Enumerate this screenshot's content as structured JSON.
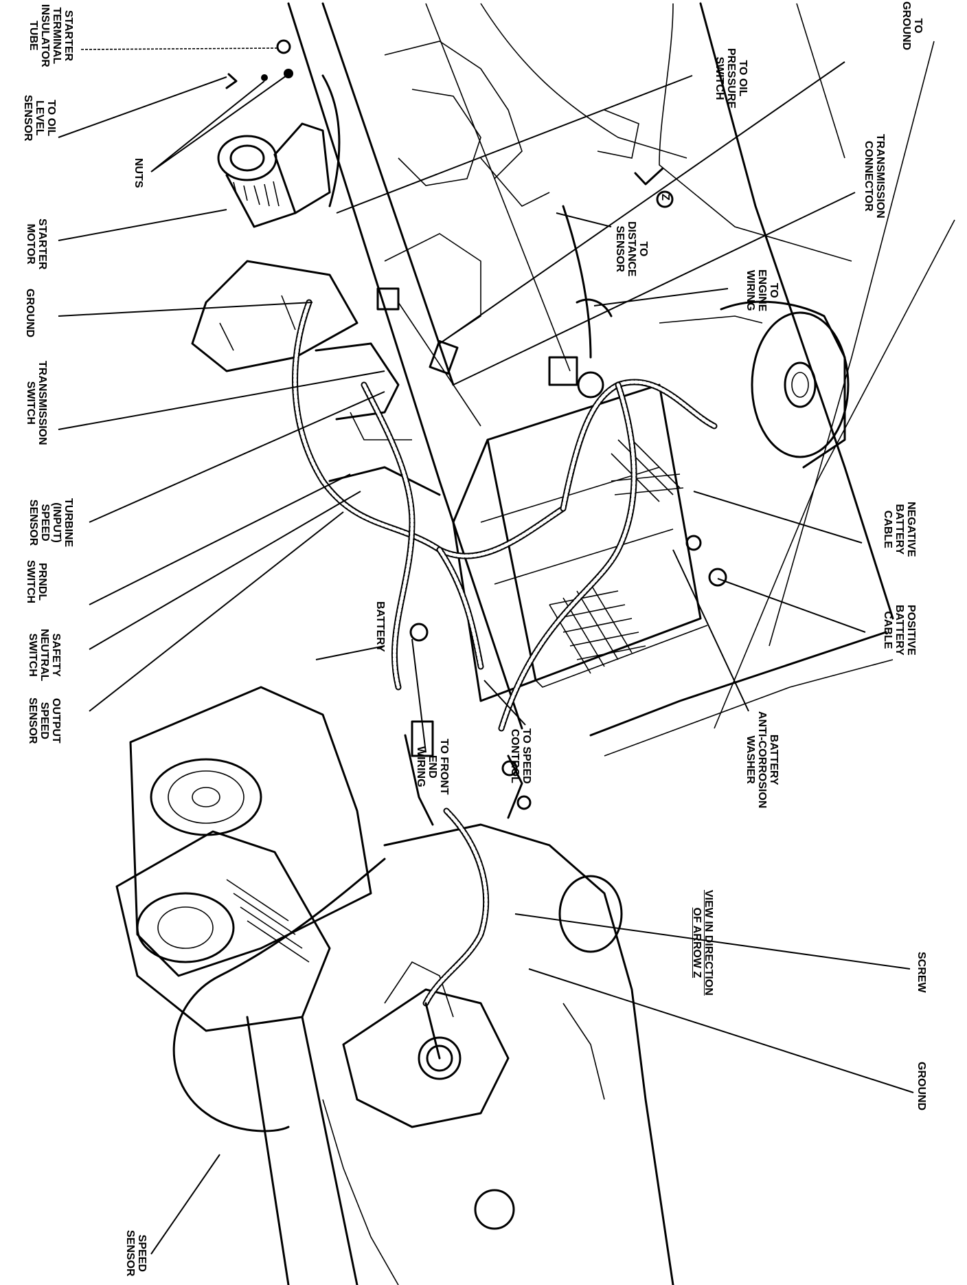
{
  "labels": {
    "starter_terminal": "STARTER\nTERMINAL\nINSULATOR\nTUBE",
    "oil_level": "TO OIL\nLEVEL\nSENSOR",
    "nuts": "NUTS",
    "starter_motor": "STARTER\nMOTOR",
    "ground_left": "GROUND",
    "transmission_switch": "TRANSMISSION\nSWITCH",
    "turbine_sensor": "TURBINE\n(INPUT)\nSPEED\nSENSOR",
    "prndl": "PRNDL\nSWITCH",
    "safety_neutral": "SAFETY\nNEUTRAL\nSWITCH",
    "output_speed": "OUTPUT\nSPEED\nSENSOR",
    "oil_pressure": "TO OIL\nPRESSURE\nSWITCH",
    "to_ground_top": "TO\nGROUND",
    "transmission_connector": "TRANSMISSION\nCONNECTOR",
    "arrow_z": "Z",
    "distance_sensor": "TO\nDISTANCE\nSENSOR",
    "engine_wiring": "TO\nENGINE\nWIRING",
    "negative_cable": "NEGATIVE\nBATTERY\nCABLE",
    "positive_cable": "POSITIVE\nBATTERY\nCABLE",
    "battery": "BATTERY",
    "anti_corrosion": "BATTERY\nANTI-CORROSION\nWASHER",
    "speed_control": "TO SPEED\nCONTROL",
    "front_end": "TO FRONT\nEND\nWIRING",
    "view_arrow_z": "VIEW IN DIRECTION\nOF ARROW Z",
    "screw": "SCREW",
    "ground_bottom": "GROUND",
    "speed_sensor": "SPEED\nSENSOR"
  }
}
